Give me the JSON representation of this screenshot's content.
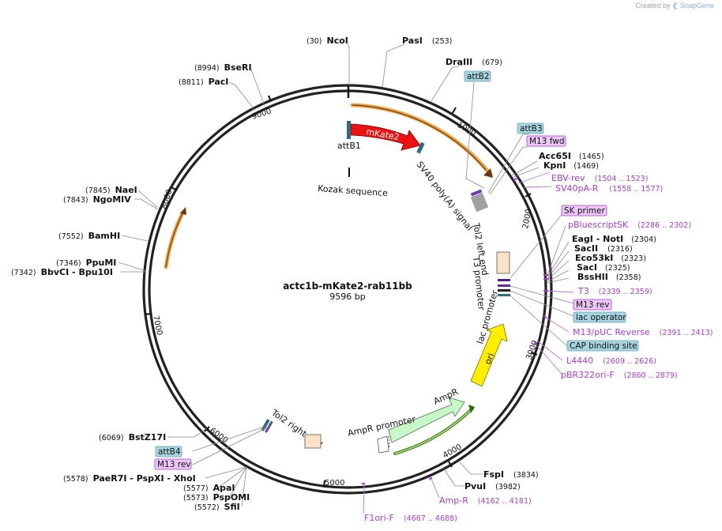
{
  "credit": {
    "prefix": "Created by",
    "brand": "SnapGene"
  },
  "plasmid": {
    "name": "actc1b-mKate2-rab11bb",
    "length_label": "9596 bp",
    "length": 9596
  },
  "ticks": [
    "1000",
    "2000",
    "3000",
    "4000",
    "5000",
    "6000",
    "7000",
    "8000",
    "9000"
  ],
  "colors": {
    "mkate2": "#ee1111",
    "ori": "#ffee00",
    "ampr": "#c8f7c8",
    "attsite": "#a6d4e0",
    "primer": "#a43fd1",
    "orange": "#f0a64a",
    "green": "#4e8f1e"
  },
  "features": {
    "mkate2": "mKate2",
    "attb1": "attB1",
    "kozak": "Kozak sequence",
    "sv40": "SV40 poly(A) signal",
    "tol2left": "Tol2 left end",
    "t3promoter": "T3 promoter",
    "lacpromoter": "lac promoter",
    "ori": "ori",
    "ampr": "AmpR",
    "amprpromoter": "AmpR promoter",
    "tol2right": "Tol2 right end"
  },
  "enzymes": {
    "ncoi": {
      "name": "NcoI",
      "pos": "(30)"
    },
    "pasi": {
      "name": "PasI",
      "pos": "(253)"
    },
    "draiii": {
      "name": "DraIII",
      "pos": "(679)"
    },
    "acc65i": {
      "name": "Acc65I",
      "pos": "(1465)"
    },
    "kpni": {
      "name": "KpnI",
      "pos": "(1469)"
    },
    "eagi": {
      "name": "EagI",
      "sep": " - ",
      "name2": "NotI",
      "pos": "(2304)"
    },
    "sacii": {
      "name": "SacII",
      "pos": "(2316)"
    },
    "eco53ki": {
      "name": "Eco53kI",
      "pos": "(2323)"
    },
    "saci": {
      "name": "SacI",
      "pos": "(2325)"
    },
    "bsshii": {
      "name": "BssHII",
      "pos": "(2358)"
    },
    "fspi": {
      "name": "FspI",
      "pos": "(3834)"
    },
    "pvui": {
      "name": "PvuI",
      "pos": "(3982)"
    },
    "sfii": {
      "name": "SfiI",
      "pos": "(5572)"
    },
    "pspomi": {
      "name": "PspOMI",
      "pos": "(5573)"
    },
    "apai": {
      "name": "ApaI",
      "pos": "(5577)"
    },
    "paer7i": {
      "name": "PaeR7I",
      "sep": " - ",
      "name2": "PspXI",
      "sep2": " - ",
      "name3": "XhoI",
      "pos": "(5578)"
    },
    "bstz17i": {
      "name": "BstZ17I",
      "pos": "(6069)"
    },
    "bbvci": {
      "name": "BbvCI",
      "sep": " - ",
      "name2": "Bpu10I",
      "pos": "(7342)"
    },
    "ppumi": {
      "name": "PpuMI",
      "pos": "(7346)"
    },
    "bamhi": {
      "name": "BamHI",
      "pos": "(7552)"
    },
    "ngomiv": {
      "name": "NgoMIV",
      "pos": "(7843)"
    },
    "naei": {
      "name": "NaeI",
      "pos": "(7845)"
    },
    "paci": {
      "name": "PacI",
      "pos": "(8811)"
    },
    "bseri": {
      "name": "BseRI",
      "pos": "(8994)"
    }
  },
  "primers": {
    "ebvrev": {
      "name": "EBV-rev",
      "pos": "(1504 .. 1523)"
    },
    "sv40par": {
      "name": "SV40pA-R",
      "pos": "(1558 .. 1577)"
    },
    "pbluescriptsk": {
      "name": "pBluescriptSK",
      "pos": "(2286 .. 2302)"
    },
    "t3": {
      "name": "T3",
      "pos": "(2339 .. 2359)"
    },
    "m13puc": {
      "name": "M13/pUC Reverse",
      "pos": "(2391 .. 2413)"
    },
    "l4440": {
      "name": "L4440",
      "pos": "(2609 .. 2626)"
    },
    "pbr322": {
      "name": "pBR322ori-F",
      "pos": "(2860 .. 2879)"
    },
    "ampr": {
      "name": "Amp-R",
      "pos": "(4162 .. 4181)"
    },
    "f1ori": {
      "name": "F1ori-F",
      "pos": "(4667 .. 4688)"
    }
  },
  "boxes": {
    "attb2": "attB2",
    "attb3": "attB3",
    "m13fwd": "M13 fwd",
    "skprimer": "SK primer",
    "m13rev": "M13 rev",
    "lacoperator": "lac operator",
    "capbinding": "CAP binding site",
    "attb4": "attB4",
    "m13rev2": "M13 rev"
  }
}
